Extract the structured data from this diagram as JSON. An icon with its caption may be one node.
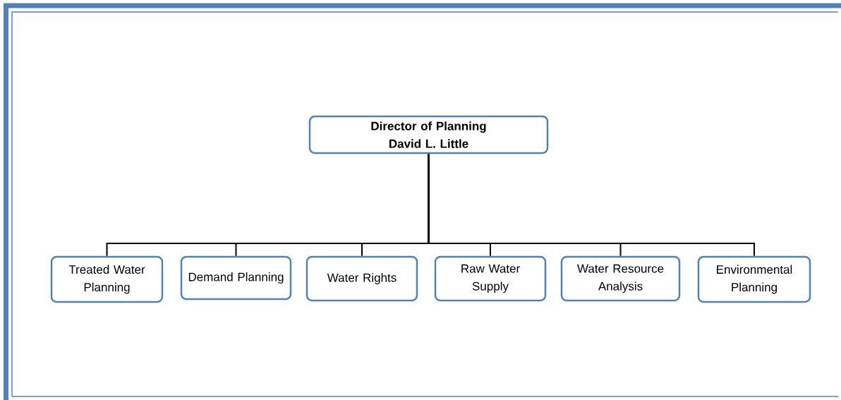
{
  "diagram": {
    "nodes": [
      {
        "text": [
          "Director of Planning",
          "David L. Little"
        ]
      },
      {
        "text": [
          "Treated Water Planning"
        ]
      },
      {
        "text": [
          "Demand Planning"
        ]
      },
      {
        "text": [
          "Water Rights"
        ]
      },
      {
        "text": [
          "Raw Water Supply"
        ]
      },
      {
        "text": [
          "Water Resource Analysis"
        ]
      },
      {
        "text": [
          "Environmental Planning"
        ]
      }
    ],
    "edges": [
      {
        "from": 0,
        "to": 1,
        "arrow": "none"
      },
      {
        "from": 0,
        "to": 2,
        "arrow": "none"
      },
      {
        "from": 0,
        "to": 3,
        "arrow": "none"
      },
      {
        "from": 0,
        "to": 4,
        "arrow": "none"
      },
      {
        "from": 0,
        "to": 5,
        "arrow": "none"
      },
      {
        "from": 0,
        "to": 6,
        "arrow": "none"
      }
    ]
  }
}
